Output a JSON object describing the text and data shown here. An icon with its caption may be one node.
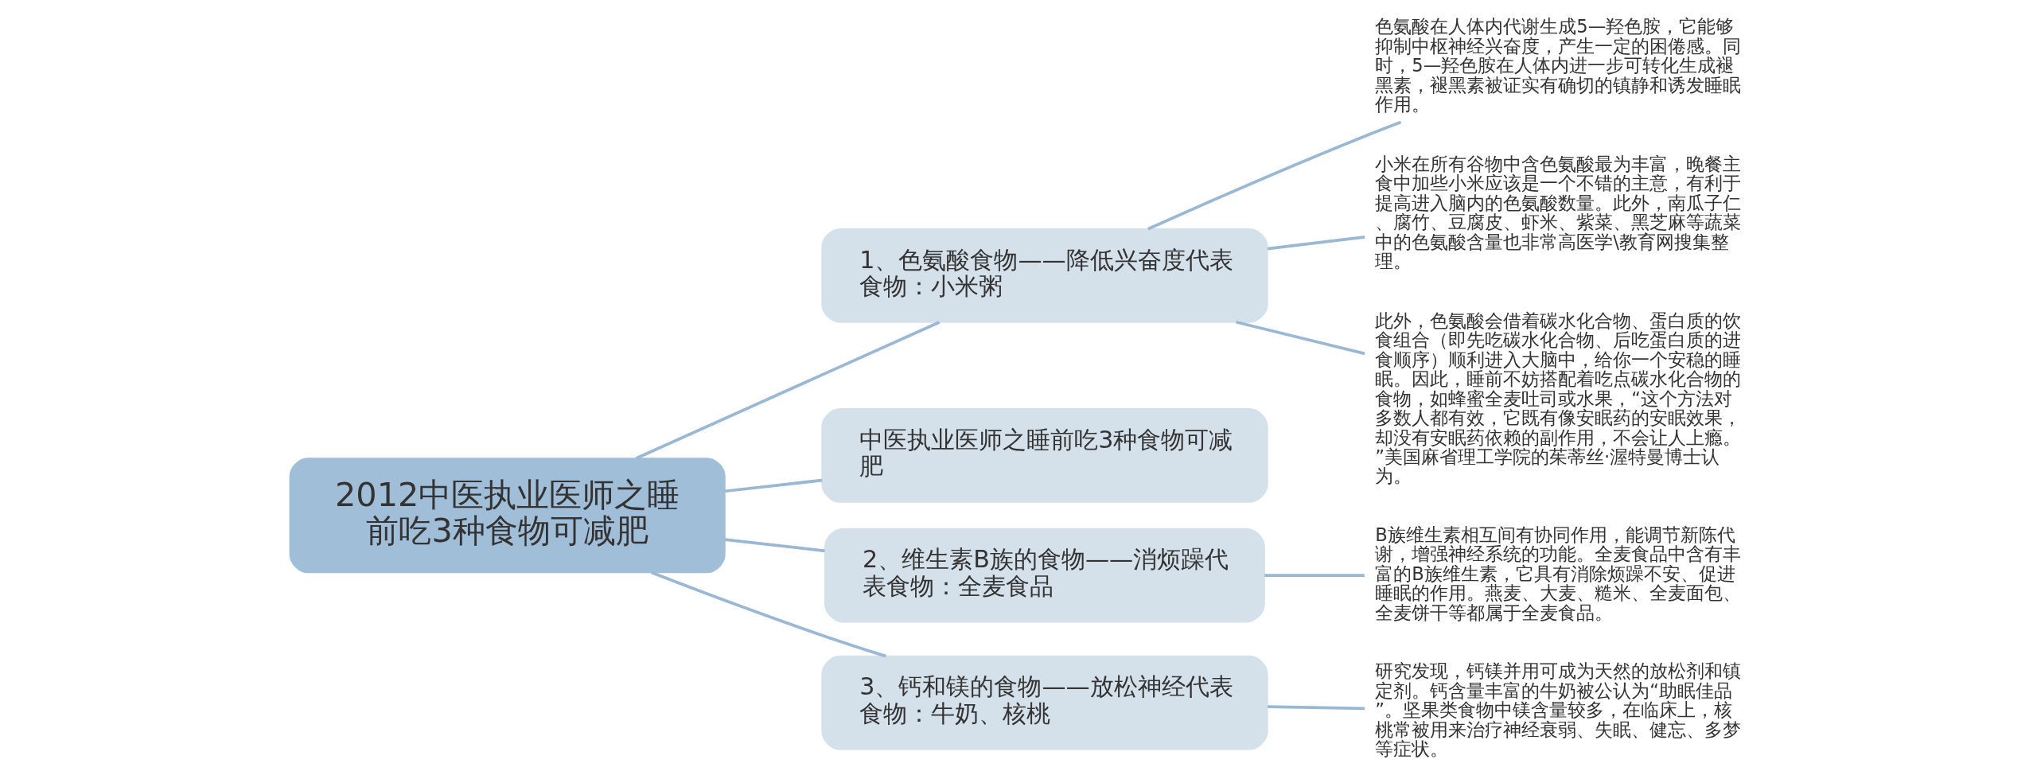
{
  "diagram": {
    "nodes": [
      {
        "text": [
          "2012中医执业医师之睡前吃3种食物可减肥"
        ]
      },
      {
        "text": [
          "1、色氨酸食物——降低兴奋度代表食物：小米粥"
        ]
      },
      {
        "text": [
          "色氨酸在人体内代谢生成5—羟色胺，它能够抑制中枢神经兴奋度，产生一定的困倦感。同时，5—羟色胺在人体内进一步可转化生成褪黑素，褪黑素被证实有确切的镇静和诱发睡眠作用。"
        ]
      },
      {
        "text": [
          "小米在所有谷物中含色氨酸最为丰富，晚餐主食中加些小米应该是一个不错的主意，有利于提高进入脑内的色氨酸数量。此外，南瓜子仁、腐竹、豆腐皮、虾米、紫菜、黑芝麻等蔬菜中的色氨酸含量也非常高医学\\教育网搜集整理。"
        ]
      },
      {
        "text": [
          "此外，色氨酸会借着碳水化合物、蛋白质的饮食组合（即先吃碳水化合物、后吃蛋白质的进食顺序）顺利进入大脑中，给你一个安稳的睡眠。因此，睡前不妨搭配着吃点碳水化合物的食物，如蜂蜜全麦吐司或水果，“这个方法对多数人都有效，它既有像安眠药的安眠效果，却没有安眠药依赖的副作用，不会让人上瘾。”美国麻省理工学院的茱蒂丝·渥特曼博士认为。"
        ]
      },
      {
        "text": [
          "中医执业医师之睡前吃3种食物可减肥"
        ]
      },
      {
        "text": [
          "2、维生素B族的食物——消烦躁代表食物：全麦食品"
        ]
      },
      {
        "text": [
          "B族维生素相互间有协同作用，能调节新陈代谢，增强神经系统的功能。全麦食品中含有丰富的B族维生素，它具有消除烦躁不安、促进睡眠的作用。燕麦、大麦、糙米、全麦面包、全麦饼干等都属于全麦食品。"
        ]
      },
      {
        "text": [
          "3、钙和镁的食物——放松神经代表食物：牛奶、核桃"
        ]
      },
      {
        "text": [
          "研究发现，钙镁并用可成为天然的放松剂和镇定剂。钙含量丰富的牛奶被公认为“助眠佳品”。坚果类食物中镁含量较多，在临床上，核桃常被用来治疗神经衰弱、失眠、健忘、多梦等症状。"
        ]
      }
    ],
    "edges": [
      {
        "from": 0,
        "to": 1,
        "arrow": "none"
      },
      {
        "from": 1,
        "to": 2,
        "arrow": "none"
      },
      {
        "from": 1,
        "to": 3,
        "arrow": "none"
      },
      {
        "from": 1,
        "to": 4,
        "arrow": "none"
      },
      {
        "from": 0,
        "to": 5,
        "arrow": "none"
      },
      {
        "from": 0,
        "to": 6,
        "arrow": "none"
      },
      {
        "from": 6,
        "to": 7,
        "arrow": "none"
      },
      {
        "from": 0,
        "to": 8,
        "arrow": "none"
      },
      {
        "from": 8,
        "to": 9,
        "arrow": "none"
      }
    ]
  }
}
